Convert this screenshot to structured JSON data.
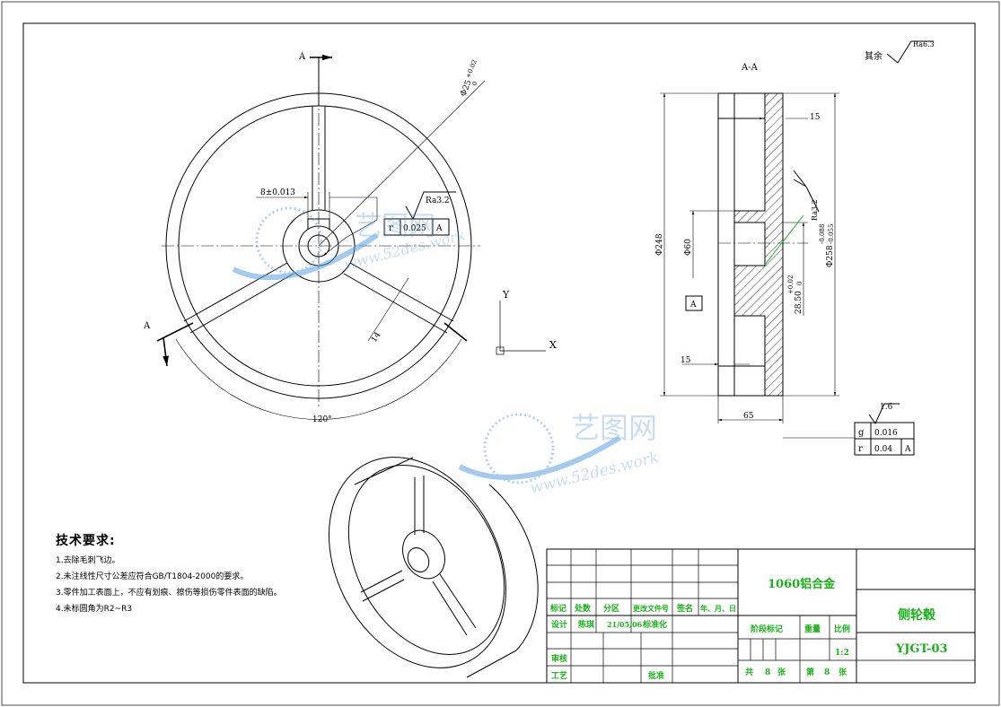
{
  "drawing": {
    "view_label_a": "A",
    "section_title": "A-A",
    "angle_label": "120°",
    "dim_diameter_boss": "Φ25",
    "tol_diameter_boss_upper": "+0.02",
    "tol_diameter_boss_lower": "0",
    "dim_keyway": "8±0.013",
    "roughness_front": "Ra3.2",
    "runout_symbol": "r",
    "runout_value": "0.025",
    "runout_datum": "A",
    "dim_web": "14",
    "dim_overall_dia": "Φ248",
    "dim_bore": "Φ60",
    "dim_hub_key": "28.50",
    "tol_hub_key_upper": "+0.02",
    "tol_hub_key_lower": "0",
    "dim_outer_fit": "Φ258",
    "tol_outer_fit_upper": "-0.088",
    "tol_outer_fit_lower": "-0.055",
    "dim_rim_top": "15",
    "dim_hub_len": "15",
    "dim_width": "65",
    "roughness_side": "Ra3.2",
    "datum_label": "A",
    "rest_roughness_prefix": "其余",
    "rest_roughness_value": "Ra6.3",
    "roughness_right": "1.6",
    "fcf_flat_symbol": "g",
    "fcf_flat_value": "0.016",
    "fcf_runout_symbol": "r",
    "fcf_runout_value": "0.04",
    "fcf_runout_datum": "A",
    "ucs_y": "Y",
    "ucs_x": "X"
  },
  "watermark": {
    "brand": "艺图网",
    "url": "www.52des.work"
  },
  "notes": {
    "title": "技术要求:",
    "items": [
      "1.去除毛刺飞边。",
      "2.未注线性尺寸公差应符合GB/T1804-2000的要求。",
      "3.零件加工表面上，不应有划痕、擦伤等损伤零件表面的缺陷。",
      "4.未标圆角为R2~R3"
    ]
  },
  "title_block": {
    "material": "1060铝合金",
    "part_name": "侧轮毂",
    "drawing_no": "YJGT-03",
    "scale": "1:2",
    "header_row": [
      "标记",
      "处数",
      "分区",
      "更改文件号",
      "签名",
      "年、月、日"
    ],
    "design_label": "设计",
    "designer": "陈琪",
    "design_date": "21/05/06",
    "standardize": "标准化",
    "review": "审核",
    "craft": "工艺",
    "approve": "批准",
    "stage_mark": "阶段标记",
    "weight": "重量",
    "scale_label": "比例",
    "total_label": "共",
    "total_sheets": "8",
    "sheet_unit": "张",
    "sheet_label": "第",
    "sheet_no": "8",
    "sheet_unit2": "张"
  }
}
